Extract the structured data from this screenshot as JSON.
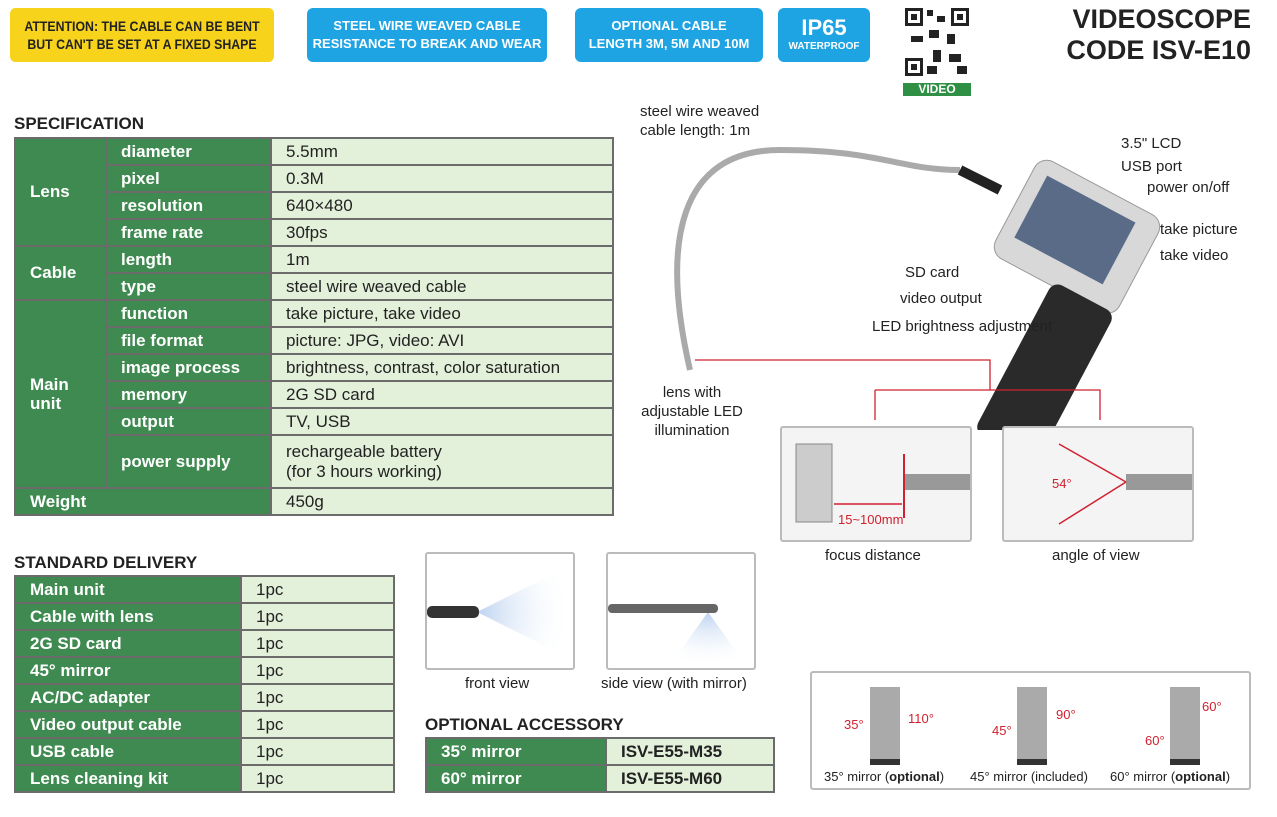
{
  "badges": {
    "attention": "ATTENTION: THE CABLE CAN BE BENT\nBUT CAN'T BE SET AT A FIXED SHAPE",
    "steel": "STEEL WIRE WEAVED CABLE\nRESISTANCE TO BREAK AND WEAR",
    "optional": "OPTIONAL CABLE\nLENGTH 3M, 5M AND 10M",
    "ip_title": "IP65",
    "ip_sub": "WATERPROOF"
  },
  "qr_label": "VIDEO",
  "title": {
    "line1": "VIDEOSCOPE",
    "line2": "CODE ISV-E10"
  },
  "spec": {
    "heading": "SPECIFICATION",
    "lens": "Lens",
    "cable": "Cable",
    "main_unit": "Main unit",
    "weight": "Weight",
    "weight_value": "450g",
    "rows": [
      {
        "param": "diameter",
        "value": "5.5mm"
      },
      {
        "param": "pixel",
        "value": "0.3M"
      },
      {
        "param": "resolution",
        "value": "640×480"
      },
      {
        "param": "frame rate",
        "value": "30fps"
      },
      {
        "param": "length",
        "value": "1m"
      },
      {
        "param": "type",
        "value": "steel wire weaved cable"
      },
      {
        "param": "function",
        "value": "take picture, take video"
      },
      {
        "param": "file format",
        "value": "picture: JPG, video: AVI"
      },
      {
        "param": "image process",
        "value": "brightness, contrast, color saturation"
      },
      {
        "param": "memory",
        "value": "2G SD card"
      },
      {
        "param": "output",
        "value": "TV, USB"
      },
      {
        "param": "power supply",
        "value": "rechargeable battery\n(for 3 hours working)"
      }
    ]
  },
  "delivery": {
    "heading": "STANDARD DELIVERY",
    "rows": [
      {
        "item": "Main unit",
        "qty": "1pc"
      },
      {
        "item": "Cable with lens",
        "qty": "1pc"
      },
      {
        "item": "2G SD card",
        "qty": "1pc"
      },
      {
        "item": "45° mirror",
        "qty": "1pc"
      },
      {
        "item": "AC/DC adapter",
        "qty": "1pc"
      },
      {
        "item": "Video output cable",
        "qty": "1pc"
      },
      {
        "item": "USB cable",
        "qty": "1pc"
      },
      {
        "item": "Lens cleaning kit",
        "qty": "1pc"
      }
    ]
  },
  "accessory": {
    "heading": "OPTIONAL ACCESSORY",
    "rows": [
      {
        "item": "35° mirror",
        "code": "ISV-E55-M35"
      },
      {
        "item": "60° mirror",
        "code": "ISV-E55-M60"
      }
    ]
  },
  "diagram": {
    "cable": "steel wire weaved\ncable length: 1m",
    "lcd": "3.5\" LCD",
    "usb": "USB port",
    "power": "power on/off",
    "picture": "take picture",
    "video": "take video",
    "sd": "SD card",
    "video_out": "video output",
    "led": "LED brightness adjustment",
    "lens": "lens with\nadjustable LED\nillumination",
    "focus_value": "15~100mm",
    "focus": "focus distance",
    "angle_value": "54°",
    "angle": "angle of view",
    "front": "front view",
    "side": "side view (with mirror)"
  },
  "mirrors": [
    {
      "a": "35°",
      "b": "110°",
      "label": "35° mirror (",
      "tag": "optional",
      ")": ")"
    },
    {
      "a": "45°",
      "b": "90°",
      "label": "45° mirror (included)"
    },
    {
      "a": "60°",
      "b": "60°",
      "label": "60° mirror (",
      "tag": "optional"
    }
  ],
  "colors": {
    "green": "#3e8a50",
    "light_green": "#e3f1db",
    "yellow": "#f7d31c",
    "blue": "#1ea3e3",
    "red": "#d1202f"
  }
}
